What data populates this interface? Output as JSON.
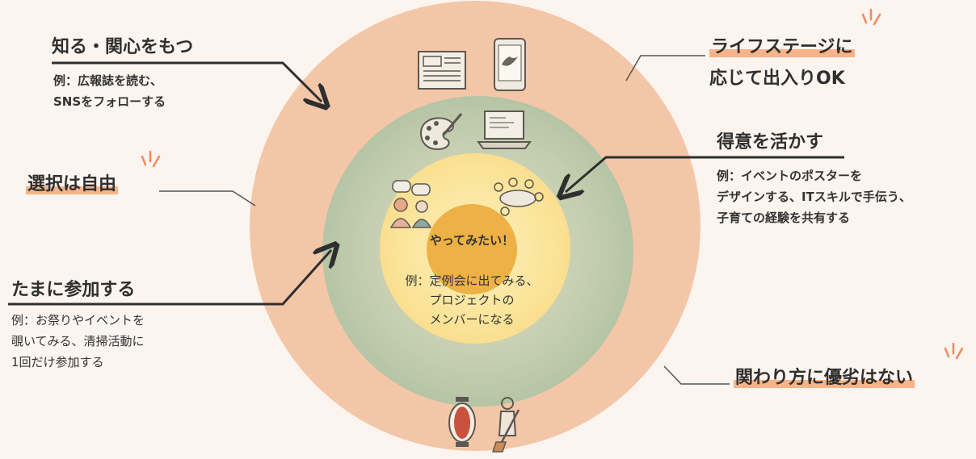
{
  "labels": {
    "know": {
      "title": "知る・関心をもつ",
      "example_line1": "例：広報誌を読む、",
      "example_line2": "SNSをフォローする"
    },
    "choice": {
      "title": "選択は自由"
    },
    "sometimes": {
      "title": "たまに参加する",
      "example_line1": "例：お祭りやイベントを",
      "example_line2": "覗いてみる、清掃活動に",
      "example_line3": "1回だけ参加する"
    },
    "lifestage": {
      "line1": "ライフステージに",
      "line2": "応じて出入りOK"
    },
    "skills": {
      "title": "得意を活かす",
      "example_line1": "例：イベントのポスターを",
      "example_line2": "デザインする、ITスキルで手伝う、",
      "example_line3": "子育ての経験を共有する"
    },
    "no_rank": {
      "title": "関わり方に優劣はない"
    }
  },
  "center": {
    "title": "やってみたい！",
    "line1": "例：定例会に出てみる、",
    "line2": "プロジェクトの",
    "line3": "メンバーになる"
  },
  "colors": {
    "outer_ring": "#f4c6a8",
    "middle_ring": "#9fb795",
    "inner_ring": "#fbe49a",
    "core": "#edb146",
    "highlight": "#f6b488"
  },
  "icons": [
    "newspaper-icon",
    "smartphone-icon",
    "palette-icon",
    "laptop-icon",
    "talking-people-icon",
    "meeting-icon",
    "lantern-icon",
    "sweeping-person-icon"
  ]
}
